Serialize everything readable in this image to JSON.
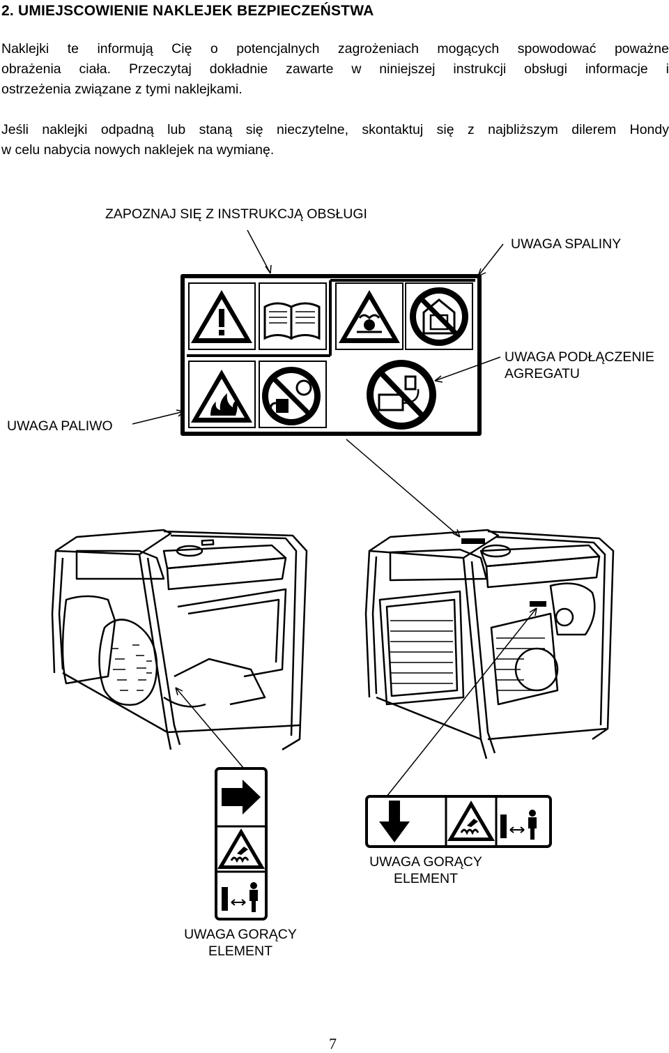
{
  "heading": "2.   UMIEJSCOWIENIE NAKLEJEK BEZPIECZEŃSTWA",
  "paragraph1": [
    "Naklejki te informują Cię o potencjalnych zagrożeniach mogących spowodować poważne",
    "obrażenia ciała. Przeczytaj dokładnie zawarte w niniejszej instrukcji obsługi informacje i",
    "ostrzeżenia związane z tymi naklejkami."
  ],
  "paragraph2": [
    "Jeśli naklejki odpadną lub staną się nieczytelne, skontaktuj się z najbliższym dilerem Hondy",
    "w celu nabycia nowych naklejek na wymianę."
  ],
  "labels": {
    "manual": "ZAPOZNAJ SIĘ Z INSTRUKCJĄ OBSŁUGI",
    "exhaust": "UWAGA SPALINY",
    "connection_line1": "UWAGA PODŁĄCZENIE",
    "connection_line2": "AGREGATU",
    "fuel": "UWAGA PALIWO",
    "hot_right_line1": "UWAGA GORĄCY",
    "hot_right_line2": "ELEMENT",
    "hot_left_line1": "UWAGA GORĄCY",
    "hot_left_line2": "ELEMENT"
  },
  "page_number": "7"
}
